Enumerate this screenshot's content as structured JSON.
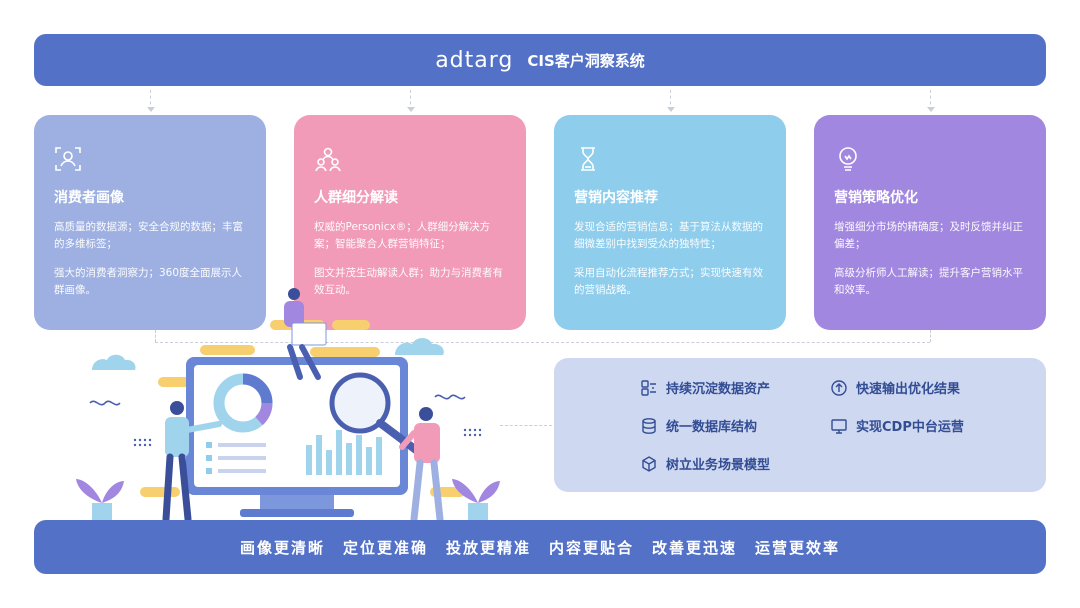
{
  "header": {
    "logo": "adtarg",
    "title": "CIS客户洞察系统"
  },
  "cards": [
    {
      "icon": "user-scan-icon",
      "color": "#9db0e1",
      "title": "消费者画像",
      "p1": "高质量的数据源；安全合规的数据；丰富的多维标签；",
      "p2": "强大的消费者洞察力；360度全面展示人群画像。"
    },
    {
      "icon": "people-group-icon",
      "color": "#f19bb9",
      "title": "人群细分解读",
      "p1": "权威的Personicx®；人群细分解决方案；智能聚合人群营销特征；",
      "p2": "图文并茂生动解读人群；助力与消费者有效互动。"
    },
    {
      "icon": "hourglass-icon",
      "color": "#8fcdec",
      "title": "营销内容推荐",
      "p1": "发现合适的营销信息；基于算法从数据的细微差别中找到受众的独特性；",
      "p2": "采用自动化流程推荐方式；实现快速有效的营销战略。"
    },
    {
      "icon": "lightbulb-icon",
      "color": "#a287e0",
      "title": "营销策略优化",
      "p1": "增强细分市场的精确度；及时反馈并纠正偏差；",
      "p2": "高级分析师人工解读；提升客户营销水平和效率。"
    }
  ],
  "features": [
    {
      "icon": "data-assets-icon",
      "label": "持续沉淀数据资产"
    },
    {
      "icon": "upload-arrow-icon",
      "label": "快速输出优化结果"
    },
    {
      "icon": "database-icon",
      "label": "统一数据库结构"
    },
    {
      "icon": "monitor-icon",
      "label": "实现CDP中台运营"
    },
    {
      "icon": "cube-icon",
      "label": "树立业务场景模型"
    }
  ],
  "footer": {
    "slogans": [
      "画像更清晰",
      "定位更准确",
      "投放更精准",
      "内容更贴合",
      "改善更迅速",
      "运营更效率"
    ]
  },
  "colors": {
    "banner": "#5371c6",
    "panel": "#cfd8f1",
    "feature_text": "#324d94"
  }
}
